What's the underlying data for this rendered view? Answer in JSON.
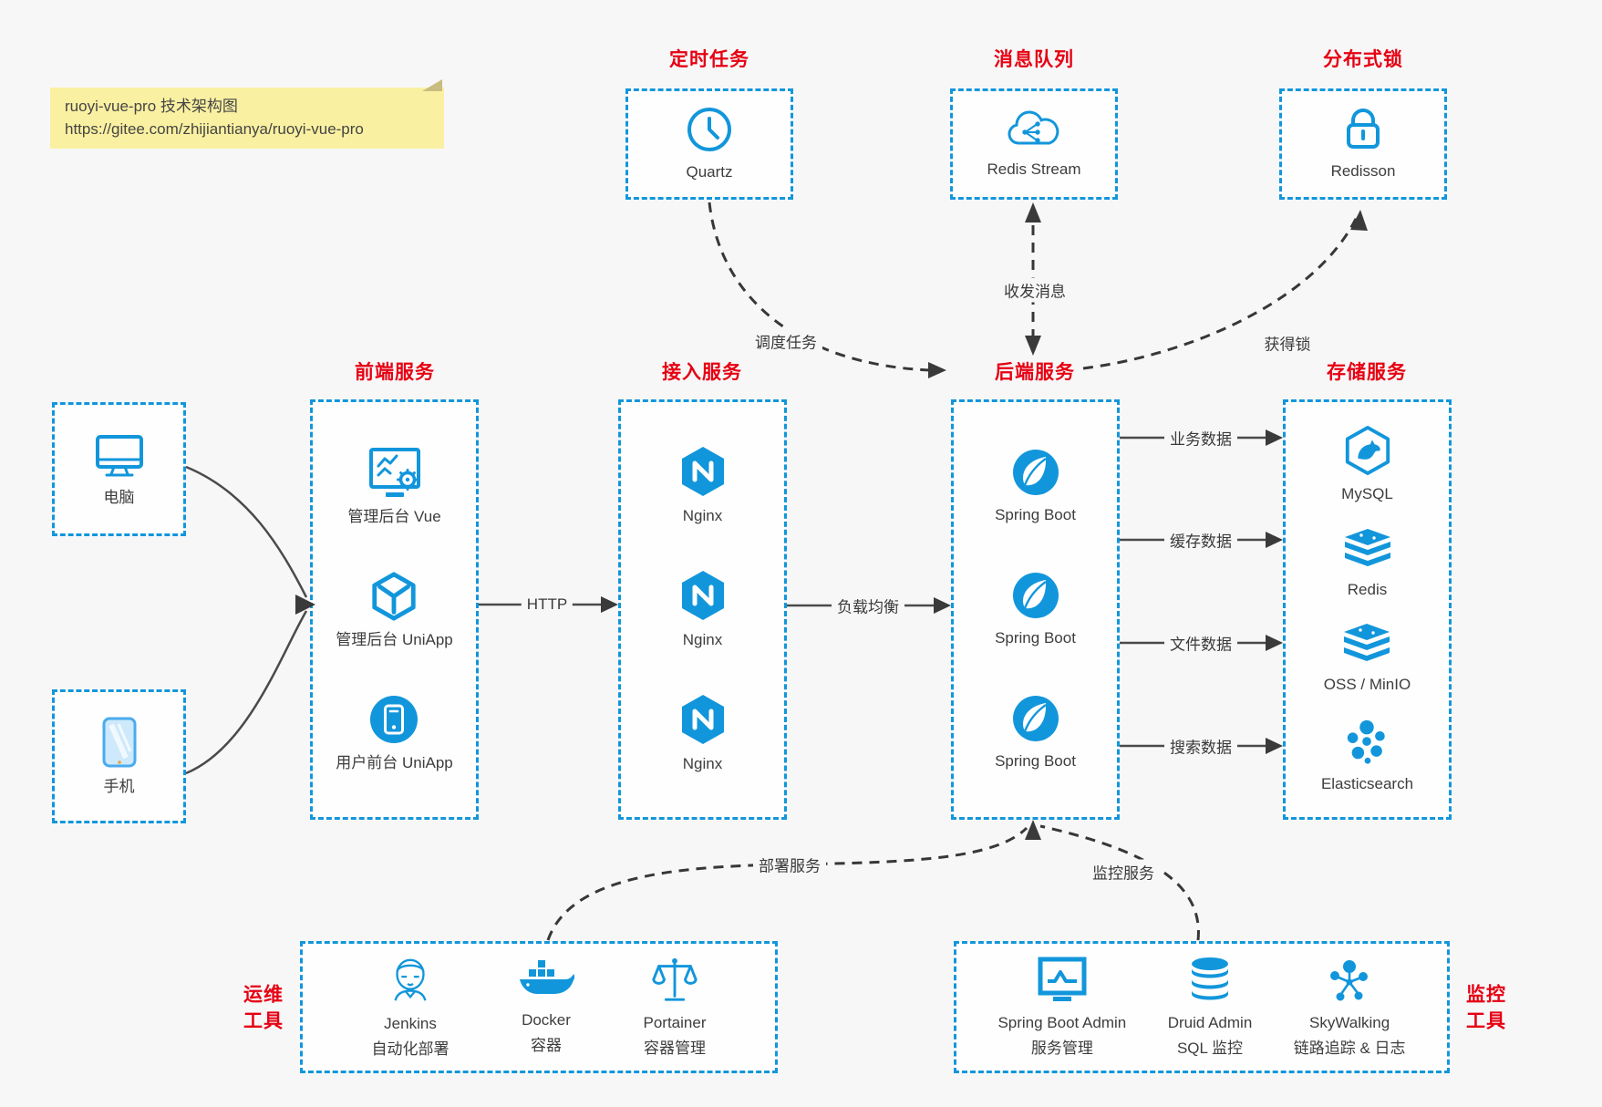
{
  "note": {
    "line1": "ruoyi-vue-pro 技术架构图",
    "line2": "https://gitee.com/zhijiantianya/ruoyi-vue-pro"
  },
  "colors": {
    "accent_blue": "#1296db",
    "title_red": "#e60012",
    "canvas_bg": "#f7f7f8",
    "note_bg": "#faf0a1",
    "wire_dark": "#444444"
  },
  "groups": {
    "scheduler": {
      "title": "定时任务",
      "items": [
        {
          "label": "Quartz",
          "icon": "clock-icon"
        }
      ]
    },
    "mq": {
      "title": "消息队列",
      "items": [
        {
          "label": "Redis Stream",
          "icon": "cloud-share-icon"
        }
      ]
    },
    "lock": {
      "title": "分布式锁",
      "items": [
        {
          "label": "Redisson",
          "icon": "lock-icon"
        }
      ]
    },
    "clients": {
      "items": [
        {
          "label": "电脑",
          "icon": "desktop-icon"
        },
        {
          "label": "手机",
          "icon": "phone-icon"
        }
      ]
    },
    "frontend": {
      "title": "前端服务",
      "items": [
        {
          "label": "管理后台 Vue",
          "icon": "admin-vue-icon"
        },
        {
          "label": "管理后台 UniApp",
          "icon": "uniapp-cube-icon"
        },
        {
          "label": "用户前台 UniApp",
          "icon": "user-app-icon"
        }
      ]
    },
    "gateway": {
      "title": "接入服务",
      "items": [
        {
          "label": "Nginx",
          "icon": "nginx-icon"
        },
        {
          "label": "Nginx",
          "icon": "nginx-icon"
        },
        {
          "label": "Nginx",
          "icon": "nginx-icon"
        }
      ]
    },
    "backend": {
      "title": "后端服务",
      "items": [
        {
          "label": "Spring Boot",
          "icon": "spring-boot-icon"
        },
        {
          "label": "Spring Boot",
          "icon": "spring-boot-icon"
        },
        {
          "label": "Spring Boot",
          "icon": "spring-boot-icon"
        }
      ]
    },
    "storage": {
      "title": "存储服务",
      "items": [
        {
          "label": "MySQL",
          "icon": "mysql-icon"
        },
        {
          "label": "Redis",
          "icon": "redis-icon"
        },
        {
          "label": "OSS / MinIO",
          "icon": "oss-icon"
        },
        {
          "label": "Elasticsearch",
          "icon": "elasticsearch-icon"
        }
      ]
    },
    "devops": {
      "title_line1": "运维",
      "title_line2": "工具",
      "items": [
        {
          "label": "Jenkins",
          "sublabel": "自动化部署",
          "icon": "jenkins-icon"
        },
        {
          "label": "Docker",
          "sublabel": "容器",
          "icon": "docker-icon"
        },
        {
          "label": "Portainer",
          "sublabel": "容器管理",
          "icon": "portainer-icon"
        }
      ]
    },
    "monitoring": {
      "title_line1": "监控",
      "title_line2": "工具",
      "items": [
        {
          "label": "Spring Boot Admin",
          "sublabel": "服务管理",
          "icon": "spring-boot-admin-icon"
        },
        {
          "label": "Druid Admin",
          "sublabel": "SQL 监控",
          "icon": "druid-icon"
        },
        {
          "label": "SkyWalking",
          "sublabel": "链路追踪 & 日志",
          "icon": "skywalking-icon"
        }
      ]
    }
  },
  "edges": {
    "schedule_task": "调度任务",
    "send_receive_message": "收发消息",
    "acquire_lock": "获得锁",
    "http": "HTTP",
    "load_balance": "负载均衡",
    "business_data": "业务数据",
    "cache_data": "缓存数据",
    "file_data": "文件数据",
    "search_data": "搜索数据",
    "deploy_service": "部署服务",
    "monitor_service": "监控服务"
  }
}
